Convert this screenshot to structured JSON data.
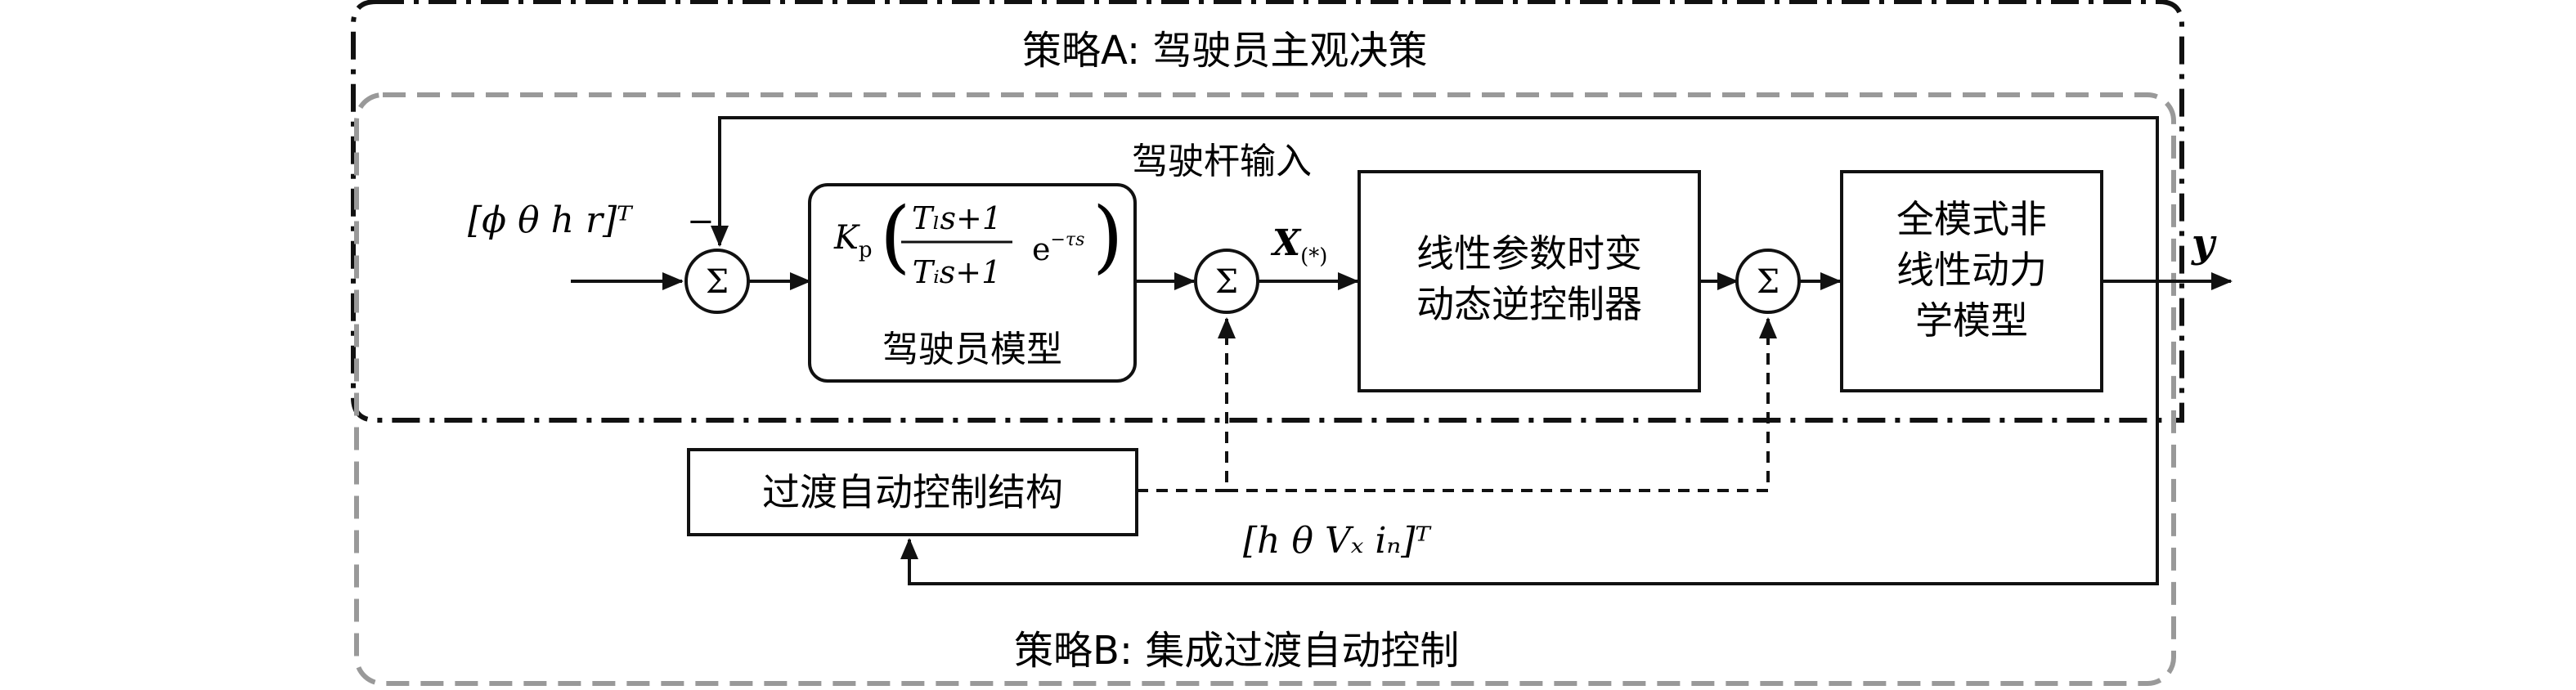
{
  "strategy_a": {
    "title": "策略A: 驾驶员主观决策"
  },
  "strategy_b": {
    "title": "策略B: 集成过渡自动控制"
  },
  "input_vector": {
    "label": "[ϕ  θ  h  r]ᵀ",
    "sign": "−"
  },
  "sum_symbol": "Σ",
  "pilot_model": {
    "transfer_function": {
      "gain": "K",
      "gain_sub": "p",
      "numerator": "Tₗs+1",
      "denominator": "Tᵢs+1",
      "delay": "e",
      "delay_exp": "−τs"
    },
    "label": "驾驶员模型"
  },
  "stick_input_label": "驾驶杆输入",
  "x_signal": {
    "symbol": "X",
    "sub": "(*)"
  },
  "controller": {
    "line1": "线性参数时变",
    "line2": "动态逆控制器"
  },
  "plant": {
    "line1": "全模式非",
    "line2": "线性动力",
    "line3": "学模型"
  },
  "output_label": "y",
  "transition_control": {
    "label": "过渡自动控制结构"
  },
  "feedback_vector": {
    "label": "[h  θ  Vₓ  iₙ]ᵀ"
  },
  "colors": {
    "line": "#111111",
    "dash_gray": "#999999"
  }
}
